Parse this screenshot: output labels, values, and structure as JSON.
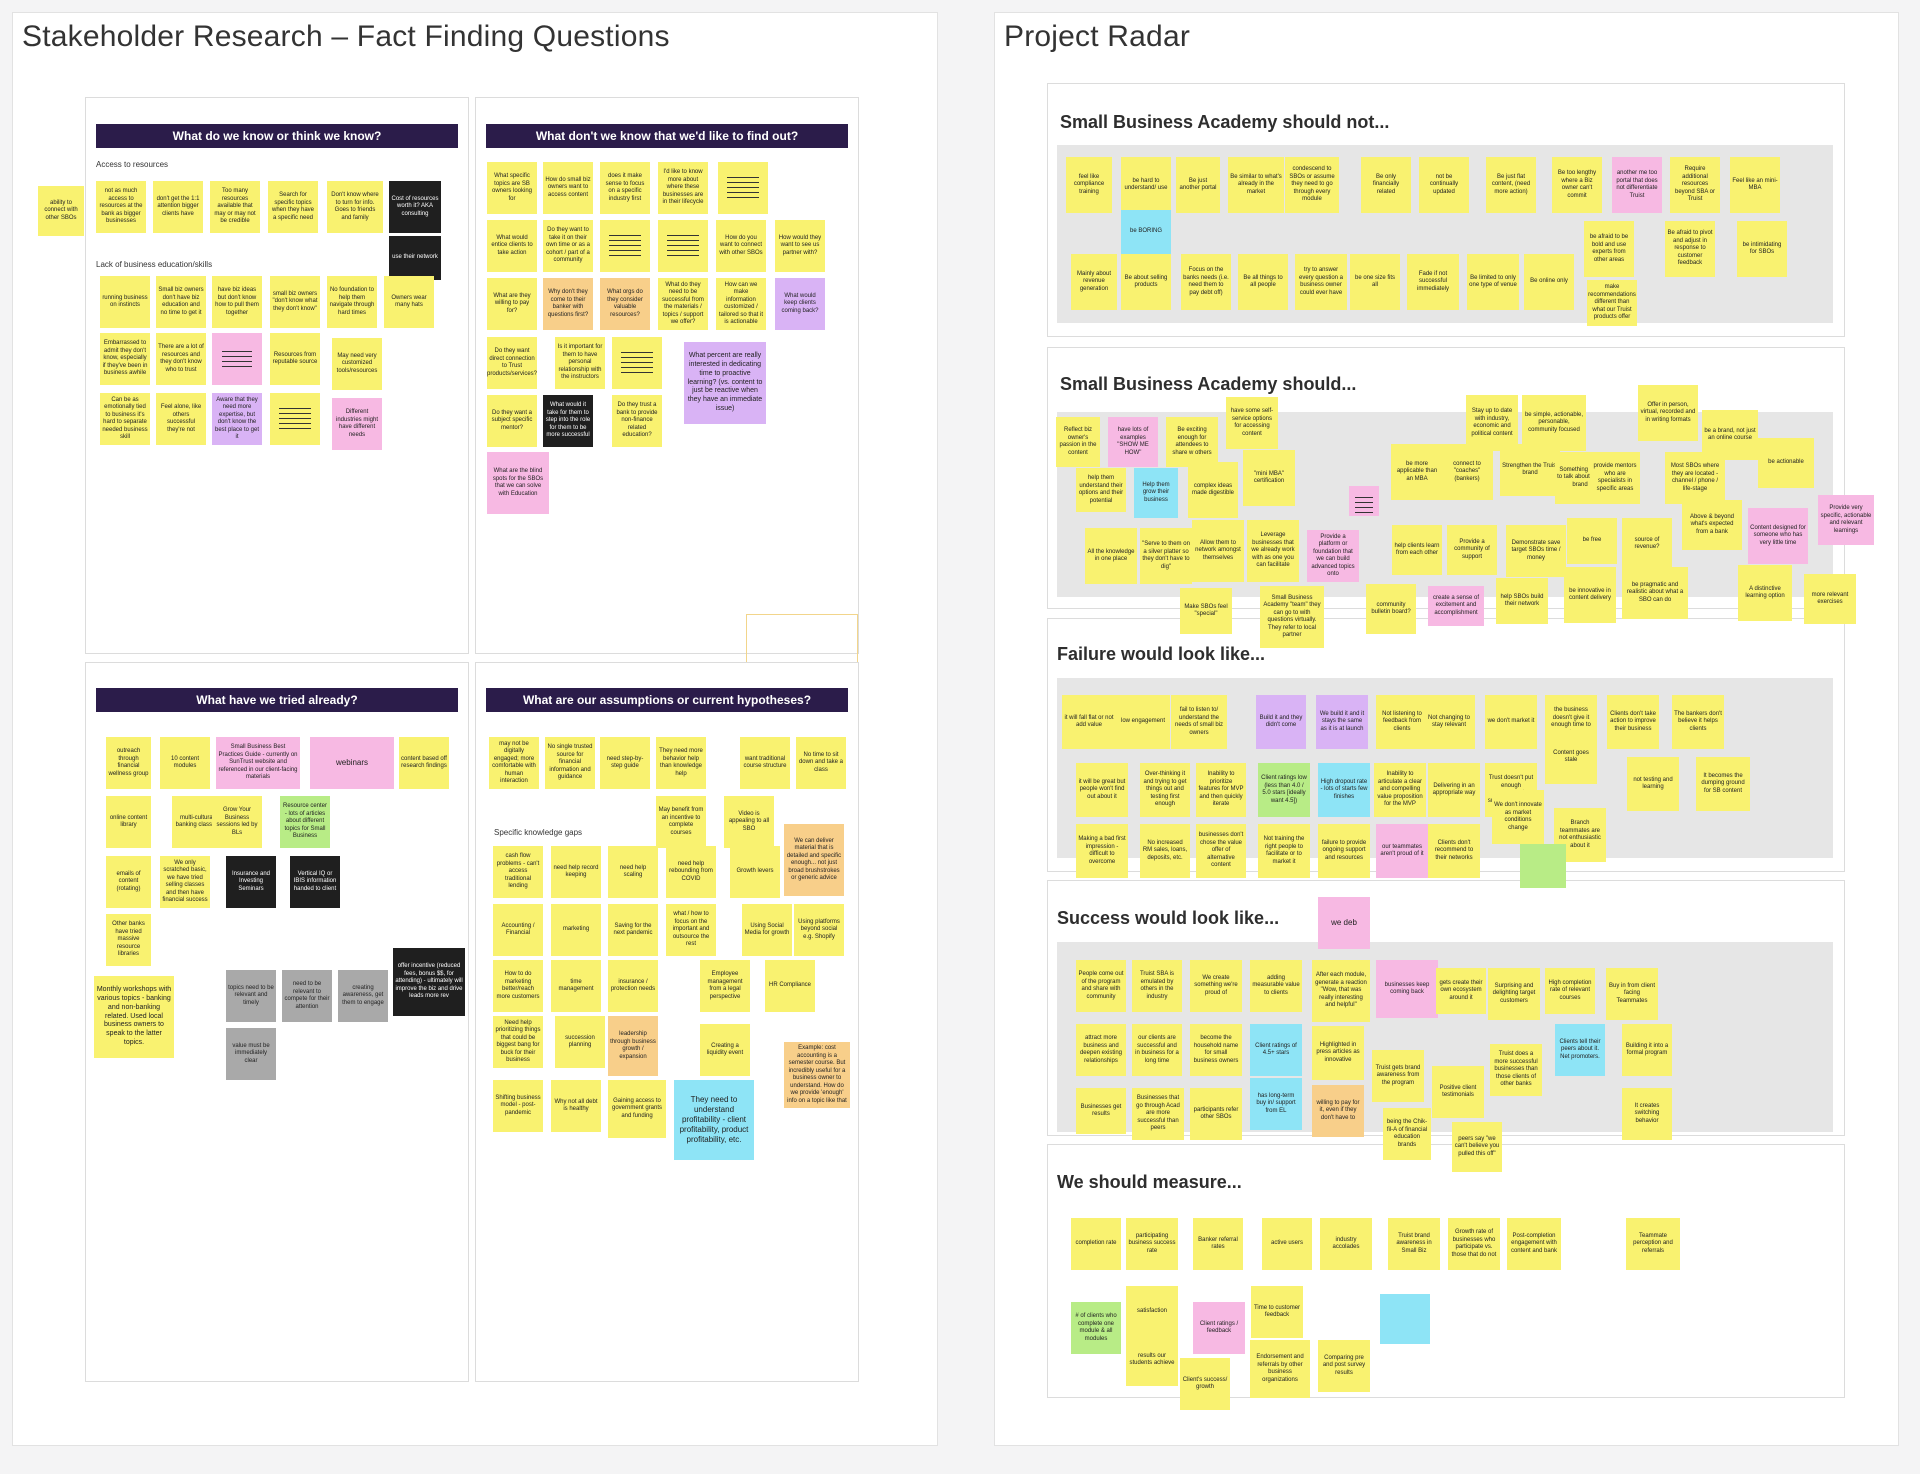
{
  "left_board": {
    "title": "Stakeholder Research – Fact Finding Questions",
    "panels": {
      "know": {
        "header": "What do we know or think we know?",
        "access_label": "Access to resources",
        "education_label": "Lack of business education/skills",
        "outside_note": "ability to connect with other SBOs",
        "notes": [
          "not as much access to resources at the bank as bigger businesses",
          "don't get the 1:1 attention bigger clients have",
          "Too many resources available that may or may not be credible",
          "Search for specific topics when they have a specific need",
          "Don't know where to turn for info. Goes to friends and family",
          "Cost of resources worth it? AKA consulting",
          "use their network",
          "running business on instincts",
          "Small biz owners don't have biz education and no time to get it",
          "have biz ideas but don't know how to pull them together",
          "small biz owners \"don't know what they don't know\"",
          "No foundation to help them navigate through hard times",
          "Owners wear many hats",
          "Embarrassed to admit they don't know, especially if they've been in business awhile",
          "There are a lot of resources and they don't know who to trust",
          "Resources from reputable source",
          "May need very customized tools/resources",
          "Can be as emotionally tied to business it's hard to separate needed business skill",
          "Feel alone, like others successful they're not",
          "Aware that they need more expertise, but don't know the best place to get it",
          "Different industries might have different needs"
        ]
      },
      "dont_know": {
        "header": "What don't we know that we'd like to find out?",
        "notes": [
          "What specific topics are SB owners looking for",
          "How do small biz owners want to access content",
          "does it make sense to focus on a specific industry first",
          "I'd like to know more about where these businesses are in their lifecycle",
          "What would entice clients to take action",
          "Do they want to take it on their own time or as a cohort / part of a community",
          "How do you want to connect with other SBOs",
          "How would they want to see us partner with?",
          "What are they willing to pay for?",
          "Why don't they come to their banker with questions first?",
          "What orgs do they consider valuable resources?",
          "What do they need to be successful from the materials / topics / support we offer?",
          "How can we make information customized / tailored so that it is actionable",
          "What would keep clients coming back?",
          "Do they want direct connection to Trust products/services?",
          "Is it important for them to have personal relationship with the instructors",
          "What percent are really interested in dedicating time to proactive learning? (vs. content to just be reactive when they have an immediate issue)",
          "Do they want a subject specific mentor?",
          "What would it take for them to step into the role for them to be more successful",
          "Do they trust a bank to provide non-finance related education?",
          "What are the blind spots for the SBOs that we can solve with Education"
        ]
      },
      "tried": {
        "header": "What have we tried already?",
        "notes": [
          "outreach through financial wellness group",
          "10 content modules",
          "Small Business Best Practices Guide - currently on SunTrust website and referenced in our client-facing materials",
          "webinars",
          "content based off research findings",
          "online content library",
          "multi-cultural banking classes",
          "Grow Your Business sessions led by BLs",
          "Resource center - lots of articles about different topics for Small Business",
          "emails of content (rotating)",
          "We only scratched basic, we have tried selling classes and then have financial success",
          "Insurance and Investing Seminars",
          "Vertical IQ or IBIS information handed to client",
          "Other banks have tried massive resource libraries",
          "offer incentive (reduced fees, bonus $$, for attending) - ultimately will improve the biz and drive leads more rev",
          "Monthly workshops with various topics - banking and non-banking related. Used local business owners to speak to the latter topics.",
          "topics need to be relevant and timely",
          "need to be relevant to compete for their attention",
          "creating awareness, get them to engage",
          "value must be immediately clear"
        ]
      },
      "assumptions": {
        "header": "What are our assumptions or current hypotheses?",
        "gaps_label": "Specific knowledge gaps",
        "notes": [
          "may not be digitally engaged; more comfortable with human interaction",
          "No single trusted source for financial information and guidance",
          "need step-by-step guide",
          "They need more behavior help than knowledge help",
          "want traditional course structure",
          "No time to sit down and take a class",
          "May benefit from an incentive to complete courses",
          "Video is appealing to all SBO",
          "We can deliver material that is detailed and specific enough... not just broad brushstrokes or generic advice",
          "cash flow problems - can't access traditional lending",
          "need help record keeping",
          "need help scaling",
          "need help rebounding from COVID",
          "Growth levers",
          "Accounting / Financial",
          "marketing",
          "Saving for the next pandemic",
          "what / how to focus on the important and outsource the rest",
          "Using Social Media for growth",
          "Using platforms beyond social e.g. Shopify",
          "How to do marketing better/reach more customers",
          "time management",
          "insurance / protection needs",
          "Employee management from a legal perspective",
          "HR Compliance",
          "Need help prioritizing things that could be biggest bang for buck for their business",
          "succession planning",
          "leadership through business growth / expansion",
          "Creating a liquidity event",
          "Example: cost accounting is a semester course. But incredibly useful for a business owner to understand. How do we provide 'enough' info on a topic like that",
          "Shifting business model - post-pandemic",
          "Why not all debt is healthy",
          "Gaining access to government grants and funding",
          "They need to understand profitability - client profitability, product profitability, etc."
        ]
      }
    }
  },
  "right_board": {
    "title": "Project Radar",
    "sections": {
      "should_not": {
        "title": "Small Business Academy should not...",
        "notes": [
          "feel like compliance training",
          "be hard to understand/ use",
          "Be just another portal",
          "Be similar to what's already in the market",
          "condescend to SBOs or assume they need to go through every module",
          "Be only financially related",
          "not be continually updated",
          "Be just flat content, (need more action)",
          "Be too lengthy where a Biz owner can't commit",
          "another me too portal that does not differentiate Truist",
          "Require additional resources beyond SBA or Truist",
          "Feel like an mini-MBA",
          "be BORING",
          "Mainly about revenue generation",
          "Be about selling products",
          "Focus on the banks needs (i.e. need them to pay debt off)",
          "Be all things to all people",
          "try to answer every question a business owner could ever have",
          "be one size fits all",
          "Fade if not successful immediately",
          "Be limited to only one type of venue",
          "Be online only",
          "be afraid to be bold and use experts from other areas",
          "Be afraid to pivot and adjust in response to customer feedback",
          "be intimidating for SBOs",
          "make recommendations different than what our Truist products offer"
        ]
      },
      "should": {
        "title": "Small Business Academy should...",
        "notes": [
          "Reflect biz owner's passion in the content",
          "have lots of examples \"SHOW ME HOW\"",
          "Be exciting enough for attendees to share w others",
          "have some self-service options for accessing content",
          "Stay up to date with industry, economic and political content",
          "be simple, actionable, personable, community focused",
          "Offer in person, virtual, recorded and in writing formats",
          "be a brand, not just an online course",
          "be actionable",
          "Provide very specific, actionable and relevant learnings",
          "help them understand their options and their potential",
          "Help them grow their business",
          "complex ideas made digestible",
          "\"mini MBA\" certification",
          "be more applicable than an MBA",
          "connect to \"coaches\" (bankers)",
          "Strengthen the Truist brand",
          "Something new to talk about as a brand",
          "provide mentors who are specialists in specific areas",
          "Most SBOs where they are located - channel / phone / life-stage",
          "All the knowledge in one place",
          "\"Serve to them on a silver platter so they don't have to dig\"",
          "Allow them to network amongst themselves",
          "Leverage businesses that we already work with as one you can facilitate",
          "Provide a platform or foundation that we can build advanced topics onto",
          "help clients learn from each other",
          "Provide a community of support",
          "Demonstrate save target SBOs time / money",
          "be free",
          "source of revenue?",
          "Above & beyond what's expected from a bank",
          "Content designed for someone who has very little time",
          "Make SBOs feel \"special\"",
          "Small Business Academy \"team\" they can go to with questions virtually. They refer to local partner",
          "community bulletin board?",
          "create a sense of excitement and accomplishment",
          "help SBOs build their network",
          "be innovative in content delivery",
          "be pragmatic and realistic about what a SBO can do",
          "A distinctive learning option",
          "more relevant exercises"
        ]
      },
      "failure": {
        "title": "Failure would look like...",
        "notes": [
          "it will fall flat or not add value",
          "low engagement",
          "fail to listen to/ understand the needs of small biz owners",
          "Build it and they didn't come",
          "We build it and it stays the same as it is at launch",
          "Not listening to feedback from clients",
          "Not changing to stay relevant",
          "we don't market it",
          "the business doesn't give it enough time to mature",
          "Clients don't take action to improve their business",
          "The bankers don't believe it helps clients",
          "it will be great but people won't find out about it",
          "Over-thinking it and trying to get things out and testing first enough",
          "Inability to prioritize features for MVP and then quickly iterate",
          "Client ratings low (less than 4.0 / 5.0 stars [ideally want 4.5])",
          "High dropout rate - lots of starts few finishes",
          "Inability to articulate a clear and compelling value proposition for the MVP",
          "Delivering in an appropriate way",
          "Trust doesn't put enough resources to support this effort",
          "Content goes stale",
          "not testing and learning",
          "It becomes the dumping ground for SB content",
          "Making a bad first impression - difficult to overcome",
          "No increased RM sales, loans, deposits, etc.",
          "businesses don't chose the value offer of alternative content",
          "Not training the right people to facilitate or to market it",
          "failure to provide ongoing support and resources",
          "our teammates aren't proud of it",
          "Clients don't recommend to their networks",
          "We don't innovate as market conditions change",
          "Branch teammates are not enthusiastic about it"
        ]
      },
      "success": {
        "title": "Success would look like...",
        "tag": "we deb",
        "notes": [
          "People come out of the program and share with community",
          "Truist SBA is emulated by others in the industry",
          "We create something we're proud of",
          "adding measurable value to clients",
          "After each module, generate a reaction \"Wow, that was really interesting and helpful\"",
          "businesses keep coming back",
          "gets create their own ecosystem around it",
          "Surprising and delighting target customers",
          "High completion rate of relevant courses",
          "Buy in from client facing Teammates",
          "attract more business and deepen existing relationships",
          "our clients are successful and in business for a long time",
          "become the household name for small business owners",
          "Client ratings of 4.5+ stars",
          "Highlighted in press articles as innovative",
          "Truist gets brand awareness from the program",
          "Positive client testimonials",
          "Truist does a more successful businesses than those clients of other banks",
          "Clients tell their peers about it. Net promoters.",
          "Building it into a formal program",
          "Businesses get results",
          "Businesses that go through Acad are more successful than peers",
          "participants refer other SBOs",
          "has long-term buy in/ support from EL",
          "willing to pay for it, even if they don't have to",
          "being the Chik-fil-A of financial education brands",
          "peers say \"we can't believe you pulled this off\"",
          "It creates switching behavior"
        ]
      },
      "measure": {
        "title": "We should measure...",
        "notes": [
          "completion rate",
          "participating business success rate",
          "Banker referral rates",
          "active users",
          "industry accolades",
          "Truist brand awareness in Small Biz",
          "Growth rate of businesses who participate vs. those that do not",
          "Post-completion engagement with content and bank",
          "Teammate perception and referrals",
          "# of clients who complete one module & all modules",
          "satisfaction",
          "Client ratings / feedback",
          "Time to customer feedback",
          "results our students achieve",
          "Client's success/ growth",
          "Endorsement and referrals by other business organizations",
          "Comparing pre and post survey results"
        ]
      }
    }
  }
}
